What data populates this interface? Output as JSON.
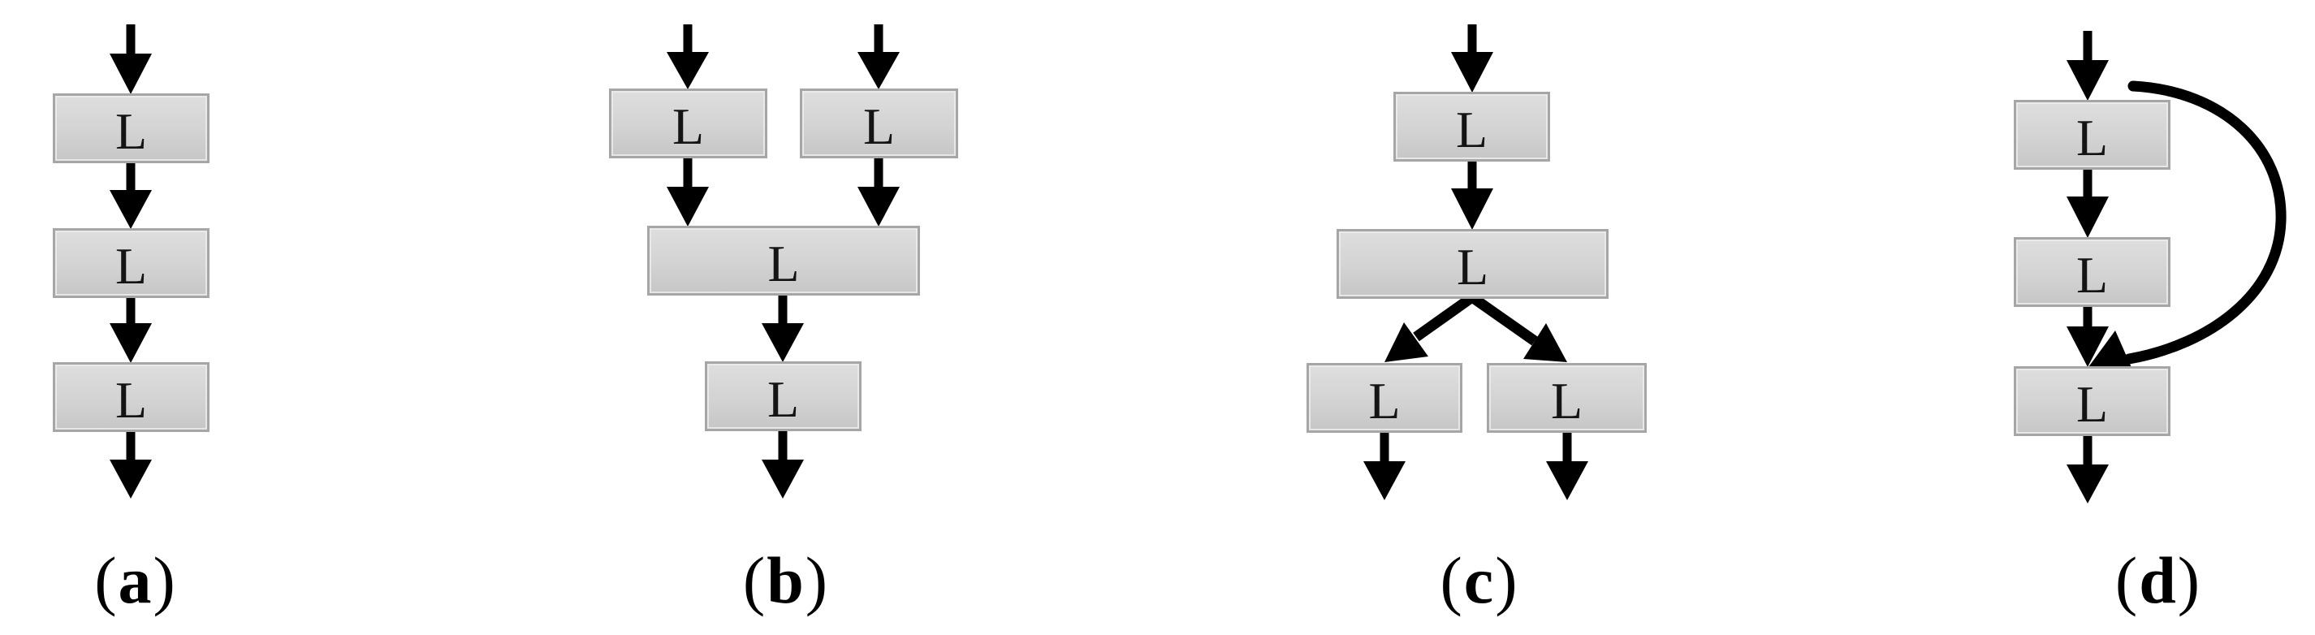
{
  "figure": {
    "background_color": "#ffffff",
    "box_fill_top": "#dedede",
    "box_fill_bottom": "#c6c6c6",
    "box_border_color": "#a6a6a6",
    "arrow_color": "#000000"
  },
  "panels": [
    {
      "name": "a",
      "caption": {
        "open": "(",
        "letter": "a",
        "close": ")"
      },
      "boxes": [
        {
          "label": "L"
        },
        {
          "label": "L"
        },
        {
          "label": "L"
        }
      ]
    },
    {
      "name": "b",
      "caption": {
        "open": "(",
        "letter": "b",
        "close": ")"
      },
      "boxes": [
        {
          "label": "L"
        },
        {
          "label": "L"
        },
        {
          "label": "L"
        },
        {
          "label": "L"
        }
      ]
    },
    {
      "name": "c",
      "caption": {
        "open": "(",
        "letter": "c",
        "close": ")"
      },
      "boxes": [
        {
          "label": "L"
        },
        {
          "label": "L"
        },
        {
          "label": "L"
        },
        {
          "label": "L"
        }
      ]
    },
    {
      "name": "d",
      "caption": {
        "open": "(",
        "letter": "d",
        "close": ")"
      },
      "boxes": [
        {
          "label": "L"
        },
        {
          "label": "L"
        },
        {
          "label": "L"
        }
      ]
    }
  ]
}
